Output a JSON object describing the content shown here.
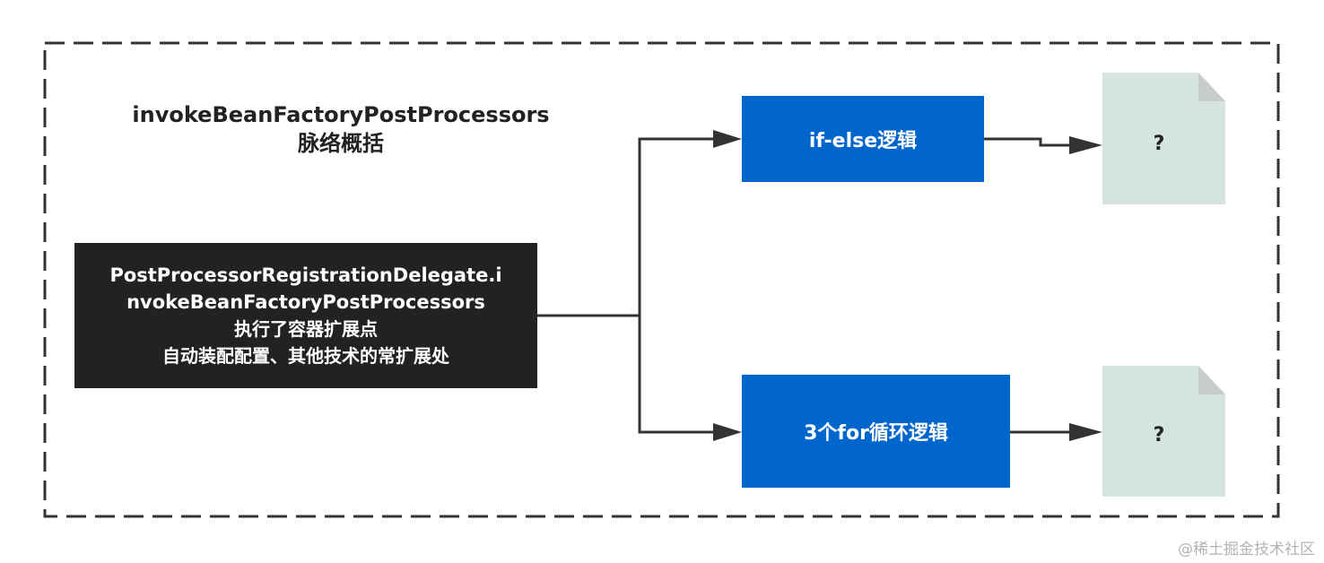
{
  "title": {
    "line1": "invokeBeanFactoryPostProcessors",
    "line2": "脉络概括"
  },
  "main_box": {
    "lines": [
      "PostProcessorRegistrationDelegate.i",
      "nvokeBeanFactoryPostProcessors",
      "执行了容器扩展点",
      "自动装配配置、其他技术的常扩展处"
    ]
  },
  "branches": [
    {
      "label": "if-else逻辑",
      "result": "?"
    },
    {
      "label": "3个for循环逻辑",
      "result": "?"
    }
  ],
  "watermark": "@稀土掘金技术社区",
  "colors": {
    "main_box": "#222222",
    "blue_box": "#0066cc",
    "doc_box": "#d5e4e1",
    "doc_fold": "#c8cccb",
    "border": "#333333",
    "arrow": "#333333"
  }
}
